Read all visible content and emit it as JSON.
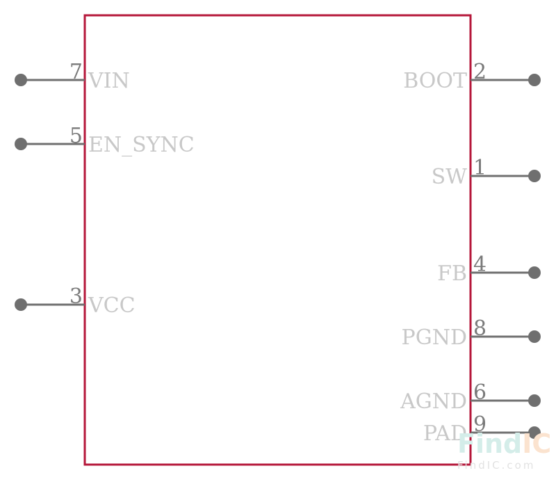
{
  "colors": {
    "body_outline": "#b5173a",
    "pin_line": "#6f6f6f",
    "pin_number": "#7a7a7a",
    "pin_name": "#c8c8c8",
    "watermark_teal": "#d4ede9",
    "watermark_orange": "#fbe3cf"
  },
  "pins": {
    "left": [
      {
        "number": "7",
        "name": "VIN"
      },
      {
        "number": "5",
        "name": "EN_SYNC"
      },
      {
        "number": "3",
        "name": "VCC"
      }
    ],
    "right": [
      {
        "number": "2",
        "name": "BOOT"
      },
      {
        "number": "1",
        "name": "SW"
      },
      {
        "number": "4",
        "name": "FB"
      },
      {
        "number": "8",
        "name": "PGND"
      },
      {
        "number": "6",
        "name": "AGND"
      },
      {
        "number": "9",
        "name": "PAD"
      }
    ]
  },
  "watermark": {
    "part1": "Find",
    "part2": "IC",
    "url": "FindIC.com"
  }
}
